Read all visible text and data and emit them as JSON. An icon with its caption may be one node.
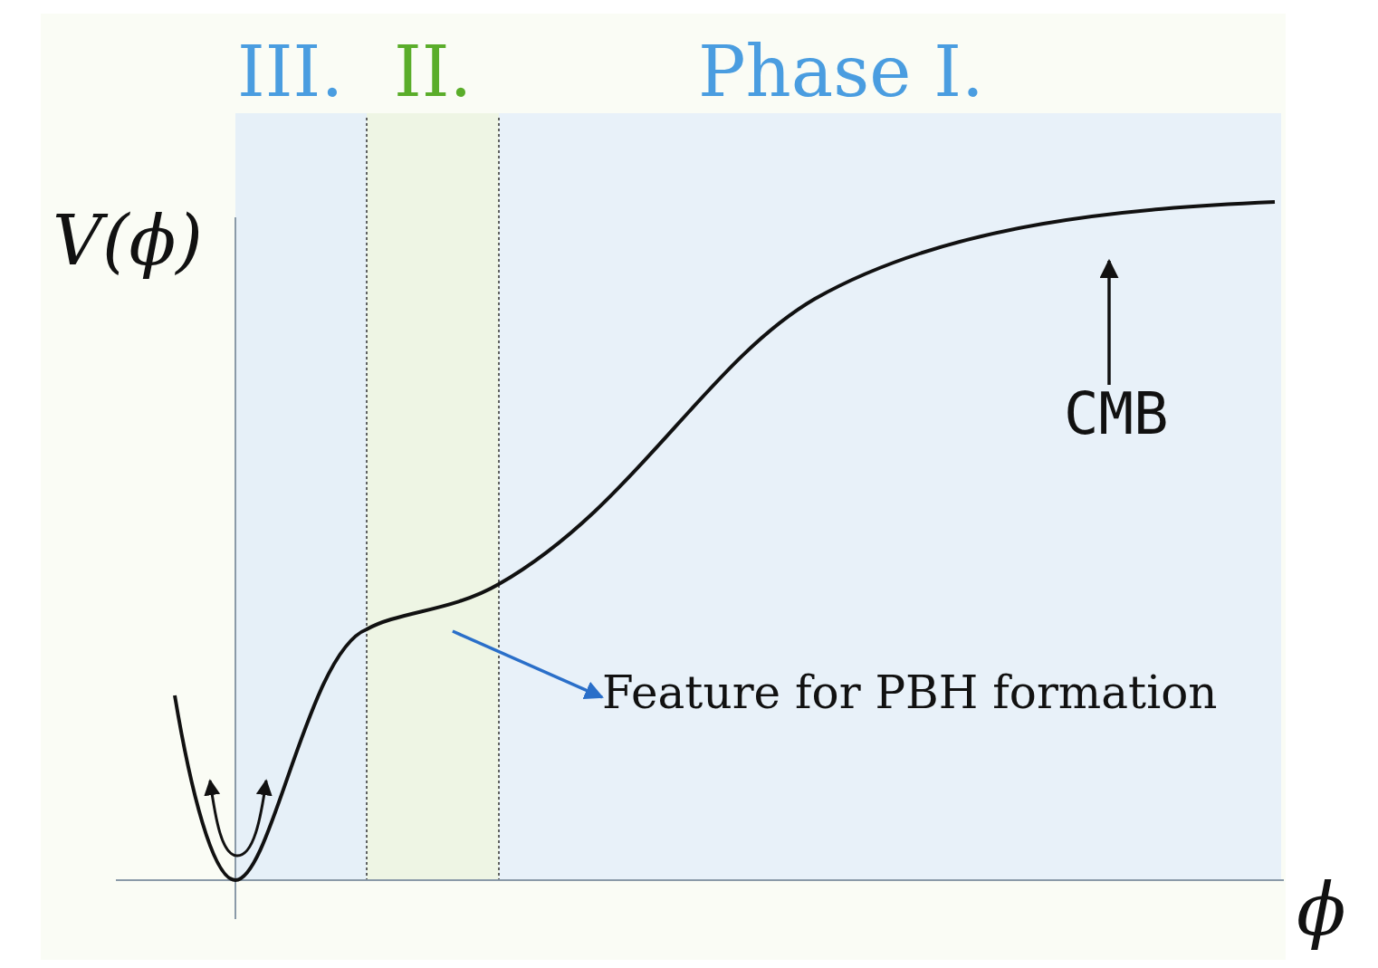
{
  "diagram": {
    "nodes": [
      {
        "text": [
          "III."
        ]
      },
      {
        "text": [
          "II."
        ]
      },
      {
        "text": [
          "Phase I."
        ]
      },
      {
        "text": [
          "CMB"
        ],
        "in": 2
      },
      {
        "text": [
          "Feature for PBH formation"
        ],
        "in": 2
      }
    ],
    "edges": [
      {
        "from": 3,
        "to": null,
        "arrow": "to"
      },
      {
        "from": 1,
        "to": 4,
        "arrow": "to",
        "color": "#2a6fc9"
      }
    ],
    "labels": [
      "V(ϕ)",
      "ϕ"
    ]
  }
}
